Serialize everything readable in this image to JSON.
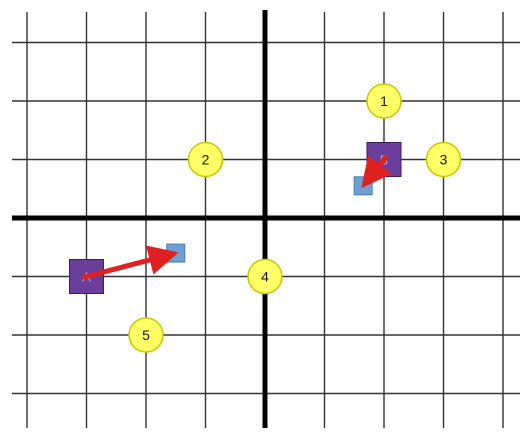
{
  "colors": {
    "background": "#ffffff",
    "grid": "#333333",
    "axis": "#000000",
    "circle_fill": "#ffff66",
    "circle_stroke": "#c8c800",
    "purple_square": "#6a3d9a",
    "blue_square": "#6c9fd3",
    "blue_square_stroke": "#4a7fb5",
    "arrow": "#e02020"
  },
  "grid": {
    "columns": [
      -4,
      -3,
      -2,
      -1,
      0,
      1,
      2,
      3,
      4
    ],
    "rows": [
      3,
      2,
      1,
      0,
      -1,
      -2,
      -3
    ]
  },
  "numbered_markers": [
    {
      "label": "1",
      "x": 2,
      "y": 2
    },
    {
      "label": "2",
      "x": -1,
      "y": 1
    },
    {
      "label": "3",
      "x": 3,
      "y": 1
    },
    {
      "label": "4",
      "x": 0,
      "y": -1
    },
    {
      "label": "5",
      "x": -2,
      "y": -2
    }
  ],
  "objects": [
    {
      "name": "A",
      "label": "A",
      "start": {
        "x": -3,
        "y": -1
      },
      "end": {
        "x": -1.5,
        "y": -0.6
      }
    },
    {
      "name": "B",
      "label": "B",
      "start": {
        "x": 2,
        "y": 1
      },
      "end": {
        "x": 1.65,
        "y": 0.55
      }
    }
  ]
}
